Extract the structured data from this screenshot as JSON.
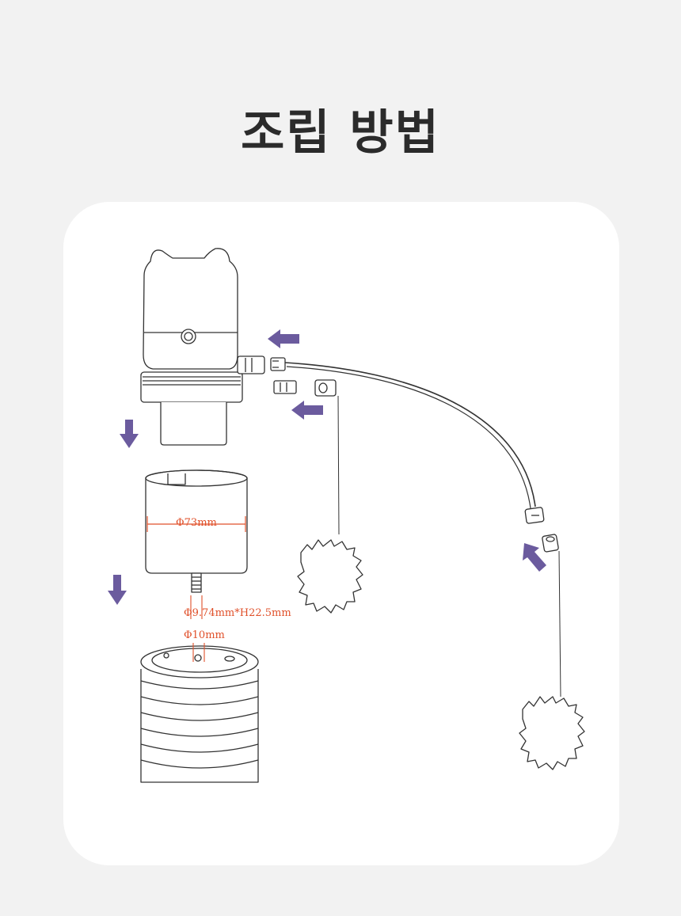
{
  "title": "조립 방법",
  "colors": {
    "background": "#f2f2f2",
    "card": "#ffffff",
    "line": "#333333",
    "arrow": "#6b5b9e",
    "dimension": "#e0502a"
  },
  "dimensions": {
    "body_diameter": "Φ73mm",
    "screw": "Φ9.74mm*H22.5mm",
    "hole": "Φ10mm"
  }
}
